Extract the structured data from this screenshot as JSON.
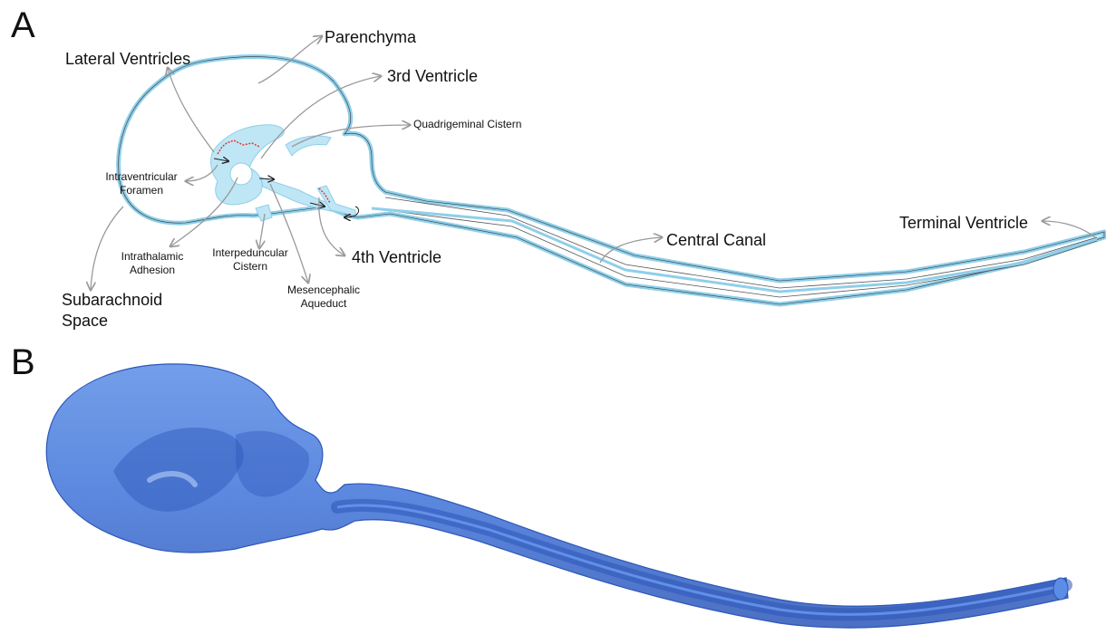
{
  "panels": {
    "a": {
      "letter": "A",
      "labels": {
        "lateral_ventricles": "Lateral Ventricles",
        "parenchyma": "Parenchyma",
        "third_ventricle": "3rd Ventricle",
        "quadrigeminal_cistern": "Quadrigeminal Cistern",
        "intraventricular_foramen": [
          "Intraventricular",
          "Foramen"
        ],
        "intrathalamic_adhesion": [
          "Intrathalamic",
          "Adhesion"
        ],
        "interpeduncular_cistern": [
          "Interpeduncular",
          "Cistern"
        ],
        "mesencephalic_aqueduct": [
          "Mesencephalic",
          "Aqueduct"
        ],
        "fourth_ventricle": "4th Ventricle",
        "central_canal": "Central Canal",
        "terminal_ventricle": "Terminal Ventricle",
        "subarachnoid_space": [
          "Subarachnoid",
          "Space"
        ]
      }
    },
    "b": {
      "letter": "B"
    }
  },
  "colors": {
    "csf_fill": "#bfe6f5",
    "csf_outline": "#8fcfea",
    "arrow": "#9a9a9a",
    "choroid": "#e0302a",
    "model_blue": "#3f73d9",
    "model_dark": "#2c56b8"
  }
}
